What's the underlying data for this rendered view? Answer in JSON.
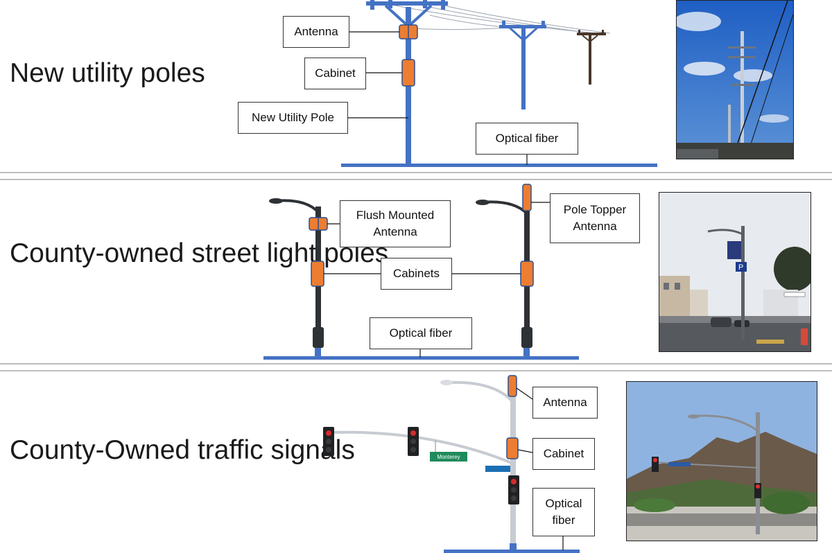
{
  "sections": [
    {
      "heading": "New utility poles",
      "labels": {
        "antenna": "Antenna",
        "cabinet": "Cabinet",
        "pole": "New Utility Pole",
        "fiber": "Optical fiber"
      }
    },
    {
      "heading": "County-owned\nstreet light poles",
      "labels": {
        "flush_antenna": "Flush Mounted\nAntenna",
        "topper_antenna": "Pole Topper\nAntenna",
        "cabinets": "Cabinets",
        "fiber": "Optical fiber"
      },
      "sign_letter": "P"
    },
    {
      "heading": "County-Owned traffic\nsignals",
      "labels": {
        "antenna": "Antenna",
        "cabinet": "Cabinet",
        "fiber": "Optical\nfiber"
      },
      "street_sign": "Monterey"
    }
  ],
  "colors": {
    "pole_blue": "#4472c4",
    "equipment_orange": "#ed7d31",
    "dark_pole": "#2e3136",
    "sign_green": "#1f8a5c"
  }
}
